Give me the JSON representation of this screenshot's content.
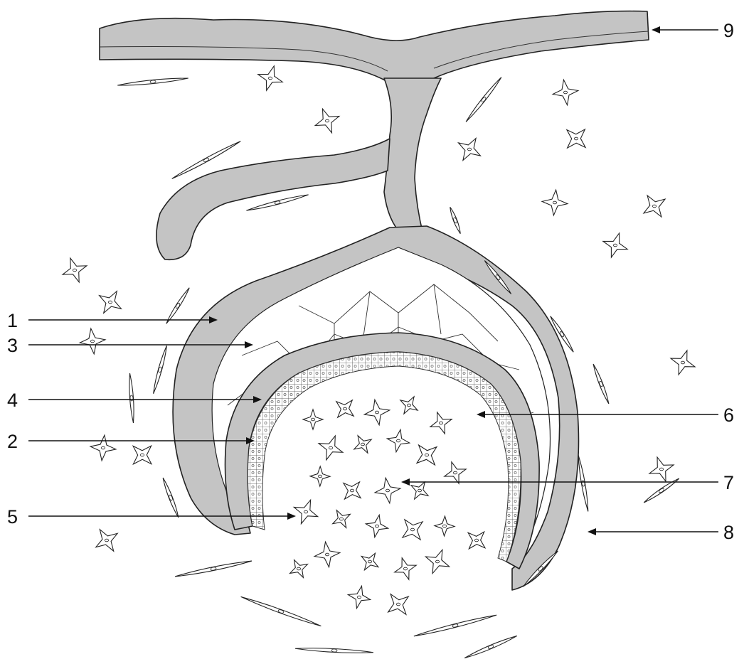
{
  "figure": {
    "labels": [
      {
        "id": "1",
        "text": "1"
      },
      {
        "id": "2",
        "text": "2"
      },
      {
        "id": "3",
        "text": "3"
      },
      {
        "id": "4",
        "text": "4"
      },
      {
        "id": "5",
        "text": "5"
      },
      {
        "id": "6",
        "text": "6"
      },
      {
        "id": "7",
        "text": "7"
      },
      {
        "id": "8",
        "text": "8"
      },
      {
        "id": "9",
        "text": "9"
      }
    ]
  },
  "colors": {
    "epithelium": "#c4c4c4",
    "line": "#111111",
    "background": "#ffffff"
  }
}
